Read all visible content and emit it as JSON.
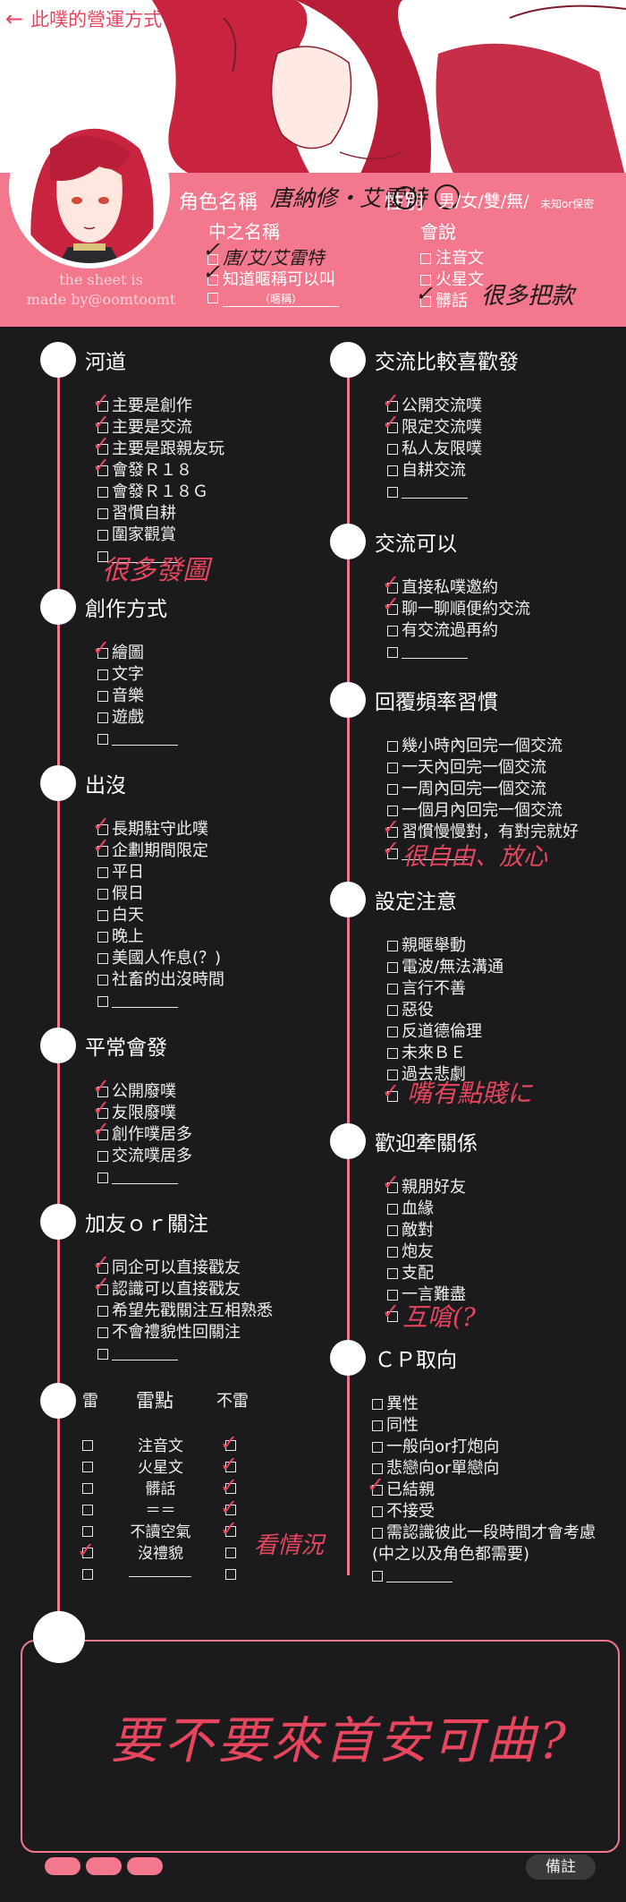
{
  "nav": {
    "back_arrow": "←",
    "title": "此噗的營運方式"
  },
  "header": {
    "character_name_label": "角色名稱",
    "character_name_value": "唐納修‧艾雷特",
    "gender_label": "性別",
    "gender_options": "男/女/雙/無/",
    "gender_unknown": "未知or保密",
    "alias_label": "中之名稱",
    "alias_opt1": "唐/艾/艾雷特",
    "alias_opt2": "知道暱稱可以叫",
    "alias_opt3_hint": "（暱稱）",
    "speech_label": "會說",
    "speech_opt1": "注音文",
    "speech_opt2": "火星文",
    "speech_opt3": "髒話",
    "speech_note": "很多把款",
    "credit_line1": "the sheet is",
    "credit_line2": "made by@oomtoomt"
  },
  "sections": {
    "hedao": {
      "title": "河道",
      "items": [
        "主要是創作",
        "主要是交流",
        "主要是跟親友玩",
        "會發Ｒ１８",
        "會發Ｒ１８Ｇ",
        "習慣自耕",
        "圍家觀賞"
      ],
      "note": "很多發圖"
    },
    "creation": {
      "title": "創作方式",
      "items": [
        "繪圖",
        "文字",
        "音樂",
        "遊戲"
      ]
    },
    "presence": {
      "title": "出沒",
      "items": [
        "長期駐守此噗",
        "企劃期間限定",
        "平日",
        "假日",
        "白天",
        "晚上",
        "美國人作息(？)",
        "社畜的出沒時間"
      ]
    },
    "usual": {
      "title": "平常會發",
      "items": [
        "公開廢噗",
        "友限廢噗",
        "創作噗居多",
        "交流噗居多"
      ]
    },
    "friend": {
      "title": "加友ｏｒ關注",
      "items": [
        "同企可以直接戳友",
        "認識可以直接戳友",
        "希望先戳關注互相熟悉",
        "不會禮貌性回關注"
      ]
    },
    "exchange_pref": {
      "title": "交流比較喜歡發",
      "items": [
        "公開交流噗",
        "限定交流噗",
        "私人友限噗",
        "自耕交流"
      ]
    },
    "exchange_ok": {
      "title": "交流可以",
      "items": [
        "直接私噗邀約",
        "聊一聊順便約交流",
        "有交流過再約"
      ]
    },
    "reply": {
      "title": "回覆頻率習慣",
      "items": [
        "幾小時內回完一個交流",
        "一天內回完一個交流",
        "一周內回完一個交流",
        "一個月內回完一個交流",
        "習慣慢慢對，有對完就好"
      ],
      "note": "很自由、放心"
    },
    "setting": {
      "title": "設定注意",
      "items": [
        "親暱舉動",
        "電波/無法溝通",
        "言行不善",
        "惡役",
        "反道德倫理",
        "未來ＢＥ",
        "過去悲劇"
      ],
      "note": "嘴有點賤に"
    },
    "relation": {
      "title": "歡迎牽關係",
      "items": [
        "親朋好友",
        "血緣",
        "敵對",
        "炮友",
        "支配",
        "一言難盡"
      ],
      "note": "互嗆(?"
    },
    "cp": {
      "title": "ＣＰ取向",
      "items": [
        "異性",
        "同性",
        "一般向or打炮向",
        "悲戀向or單戀向",
        "已結親",
        "不接受",
        "需認識彼此一段時間才會考慮"
      ],
      "extra": "(中之以及角色都需要)"
    },
    "landmine": {
      "col_left": "雷",
      "col_mid": "雷點",
      "col_right": "不雷",
      "rows": [
        "注音文",
        "火星文",
        "髒話",
        "＝＝",
        "不讀空氣",
        "沒禮貌"
      ],
      "note": "看情況"
    }
  },
  "remark": {
    "text": "要不要來首安可曲?",
    "button": "備註"
  },
  "colors": {
    "pink": "#f4788d",
    "dark": "#1b1b1d",
    "ink": "#e8465f"
  }
}
